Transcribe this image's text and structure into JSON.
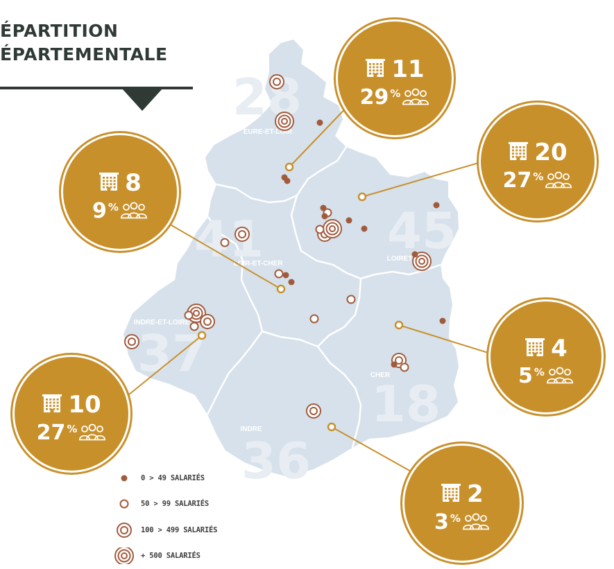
{
  "title": {
    "line1": "ÉPARTITION",
    "line2": "ÉPARTEMENTALE"
  },
  "colors": {
    "region_fill": "#d7e1eb",
    "border": "#ffffff",
    "accent": "#c8902b",
    "marker": "#a15a3c",
    "dark": "#2f3a35",
    "dept_number": "#e7edf3"
  },
  "departments": [
    {
      "id": "28",
      "number": "28",
      "name": "EURE-ET-LOIR"
    },
    {
      "id": "45",
      "number": "45",
      "name": "LOIRET"
    },
    {
      "id": "41",
      "number": "41",
      "name": "LOIR-ET-CHER"
    },
    {
      "id": "37",
      "number": "37",
      "name": "INDRE-ET-LOIRE"
    },
    {
      "id": "18",
      "number": "18",
      "name": "CHER"
    },
    {
      "id": "36",
      "number": "36",
      "name": "INDRE"
    }
  ],
  "callouts": [
    {
      "dept": "28",
      "companies": "11",
      "percent": "29",
      "percent_sign": "%",
      "building_icon": "building-icon",
      "people_icon": "people-icon"
    },
    {
      "dept": "45",
      "companies": "20",
      "percent": "27",
      "percent_sign": "%",
      "building_icon": "building-icon",
      "people_icon": "people-icon"
    },
    {
      "dept": "41",
      "companies": "8",
      "percent": "9",
      "percent_sign": "%",
      "building_icon": "building-icon",
      "people_icon": "people-icon"
    },
    {
      "dept": "18",
      "companies": "4",
      "percent": "5",
      "percent_sign": "%",
      "building_icon": "building-icon",
      "people_icon": "people-icon"
    },
    {
      "dept": "37",
      "companies": "10",
      "percent": "27",
      "percent_sign": "%",
      "building_icon": "building-icon",
      "people_icon": "people-icon"
    },
    {
      "dept": "36",
      "companies": "2",
      "percent": "3",
      "percent_sign": "%",
      "building_icon": "building-icon",
      "people_icon": "people-icon"
    }
  ],
  "legend": [
    {
      "size_class": "0-49",
      "label": "0 > 49 SALARIÉS",
      "symbol": "dot"
    },
    {
      "size_class": "50-99",
      "label": "50 > 99 SALARIÉS",
      "symbol": "ring"
    },
    {
      "size_class": "100-499",
      "label": "100 > 499 SALARIÉS",
      "symbol": "double-ring"
    },
    {
      "size_class": "500+",
      "label": "+ 500 SALARIÉS",
      "symbol": "triple-ring"
    }
  ]
}
